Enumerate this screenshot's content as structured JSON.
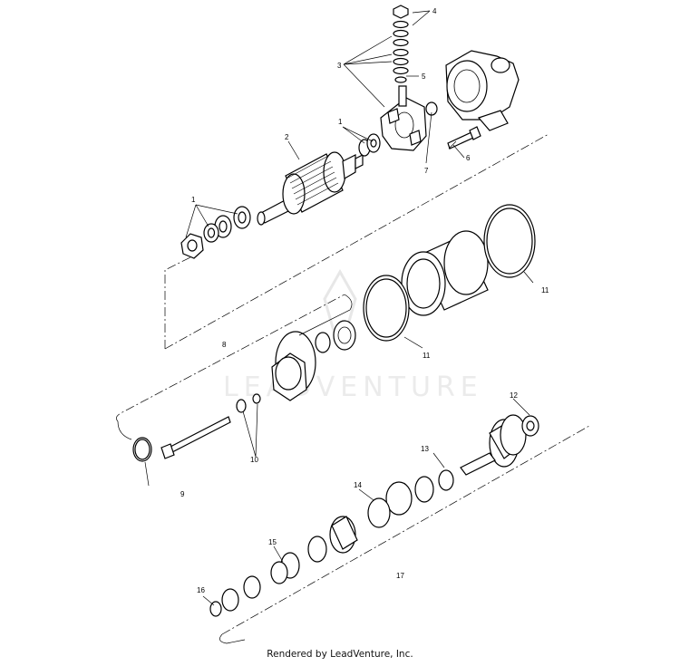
{
  "watermark": "LEADVENTURE",
  "footer": "Rendered by LeadVenture, Inc.",
  "callouts": {
    "c1a": "1",
    "c1b": "1",
    "c2": "2",
    "c3": "3",
    "c4": "4",
    "c5": "5",
    "c6": "6",
    "c7": "7",
    "c8": "8",
    "c9": "9",
    "c10": "10",
    "c11a": "11",
    "c11b": "11",
    "c12": "12",
    "c13": "13",
    "c14": "14",
    "c15": "15",
    "c16": "16",
    "c17": "17"
  }
}
